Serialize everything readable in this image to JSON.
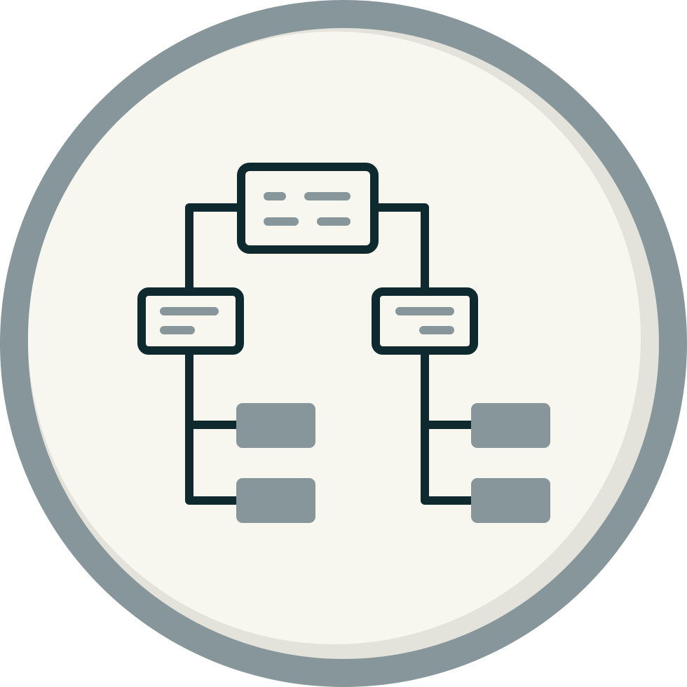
{
  "icon": {
    "name": "hierarchy-structure-icon",
    "colors": {
      "ring": "#86969a",
      "face": "#f7f7f0",
      "face_shadow": "#e3e3dc",
      "outline": "#0e2a2e",
      "fill": "#86969a",
      "lines": "#86969a"
    },
    "structure": {
      "root": {
        "label_lines": 2
      },
      "branches": [
        {
          "side": "left",
          "label_lines": 2,
          "leaves": 2
        },
        {
          "side": "right",
          "label_lines": 2,
          "leaves": 2
        }
      ]
    }
  }
}
